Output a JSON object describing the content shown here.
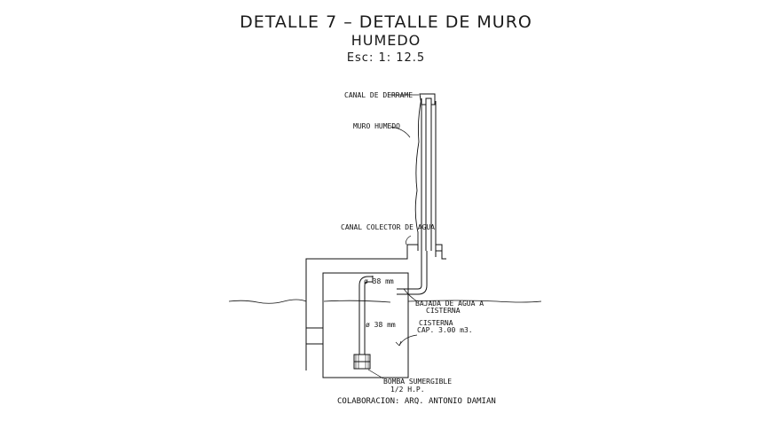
{
  "title": {
    "line1": "DETALLE 7 – DETALLE DE MURO",
    "line2": "HUMEDO",
    "scale": "Esc: 1: 12.5"
  },
  "labels": {
    "canal_derrame": "CANAL DE DERRAME",
    "muro_humedo": "MURO HUMEDO",
    "canal_colector": "CANAL COLECTOR DE AGUA",
    "pipe_upper": "ø 38 mm",
    "bajada_1": "BAJADA DE AGUA A",
    "bajada_2": "CISTERNA",
    "pipe_lower": "ø 38 mm",
    "cisterna_1": "CISTERNA",
    "cisterna_2": "CAP. 3.00 m3.",
    "bomba_1": "BOMBA SUMERGIBLE",
    "bomba_2": "1/2 H.P.",
    "colaboracion": "COLABORACION: ARQ. ANTONIO DAMIAN"
  }
}
